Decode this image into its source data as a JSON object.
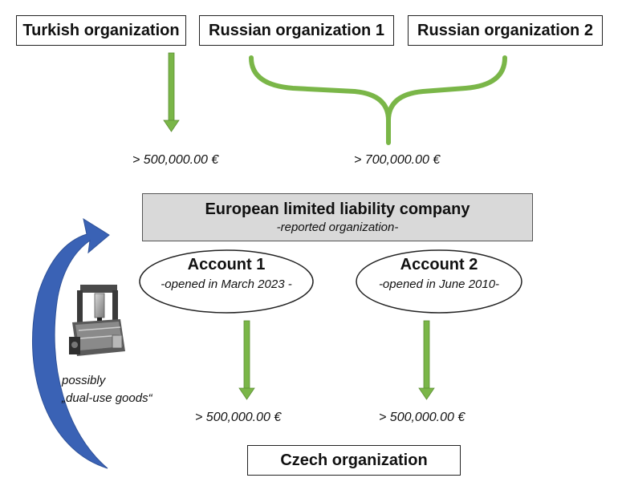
{
  "top_boxes": {
    "turkish": "Turkish organization",
    "russian1": "Russian organization 1",
    "russian2": "Russian organization 2"
  },
  "amounts": {
    "from_turkish": "> 500,000.00 €",
    "from_russian": "> 700,000.00 €",
    "from_account1": "> 500,000.00 €",
    "from_account2": "> 500,000.00 €"
  },
  "company": {
    "title": "European limited liability company",
    "subtitle": "-reported organization-"
  },
  "account1": {
    "title": "Account 1",
    "subtitle": "-opened in March 2023 -"
  },
  "account2": {
    "title": "Account 2",
    "subtitle": "-opened in June 2010-"
  },
  "goods": {
    "line1": "possibly",
    "line2": "„dual-use goods“",
    "icon": "cnc-machine-icon"
  },
  "bottom_box": "Czech organization",
  "colors": {
    "green": "#7ab648",
    "blue": "#3a62b5",
    "company_fill": "#d9d9d9"
  }
}
